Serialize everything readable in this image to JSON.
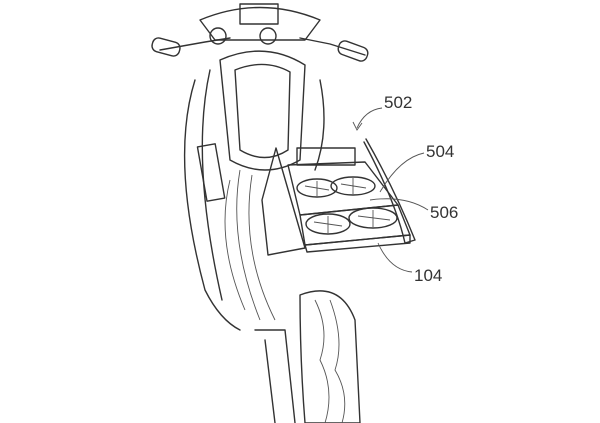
{
  "figure": {
    "labels": {
      "system": "502",
      "cover": "504",
      "drone": "506",
      "vehicle": "104"
    }
  }
}
